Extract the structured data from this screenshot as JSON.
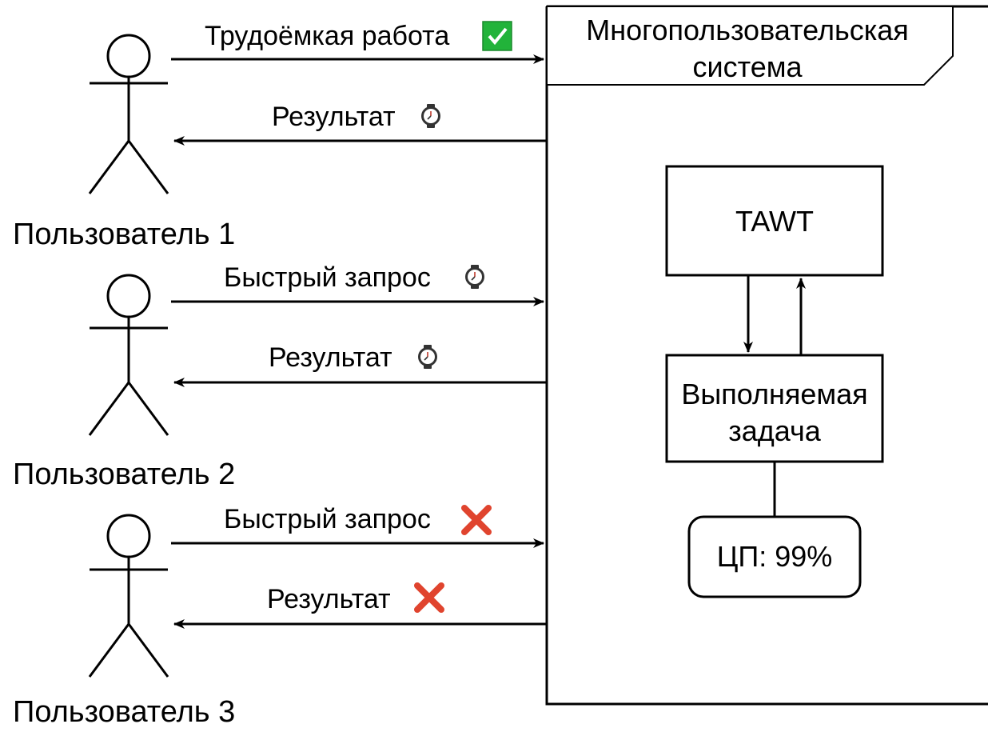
{
  "system": {
    "title_line1": "Многопользовательская",
    "title_line2": "система"
  },
  "users": [
    {
      "name": "Пользователь 1",
      "request": {
        "label": "Трудоёмкая работа",
        "status": "accepted",
        "icon": "check-icon"
      },
      "result": {
        "label": "Результат",
        "status": "pending",
        "icon": "clock-icon"
      }
    },
    {
      "name": "Пользователь 2",
      "request": {
        "label": "Быстрый запрос",
        "status": "pending",
        "icon": "clock-icon"
      },
      "result": {
        "label": "Результат",
        "status": "pending",
        "icon": "clock-icon"
      }
    },
    {
      "name": "Пользователь 3",
      "request": {
        "label": "Быстрый запрос",
        "status": "rejected",
        "icon": "cross-icon"
      },
      "result": {
        "label": "Результат",
        "status": "rejected",
        "icon": "cross-icon"
      }
    }
  ],
  "nodes": {
    "scheduler": "TAWT",
    "task_line1": "Выполняемая",
    "task_line2": "задача",
    "cpu": "ЦП: 99%"
  },
  "colors": {
    "check": "#22b33a",
    "cross": "#e0442e",
    "clock": "#333333"
  }
}
